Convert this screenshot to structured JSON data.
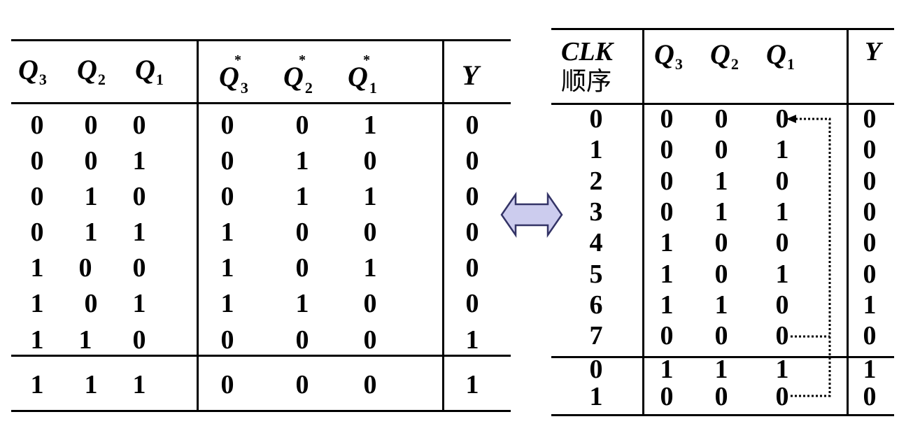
{
  "left_table": {
    "headers": {
      "q3": "Q",
      "q3_sub": "3",
      "q2": "Q",
      "q2_sub": "2",
      "q1": "Q",
      "q1_sub": "1",
      "nq3": "Q",
      "nq3_sub": "3",
      "nq3_star": "*",
      "nq2": "Q",
      "nq2_sub": "2",
      "nq2_star": "*",
      "nq1": "Q",
      "nq1_sub": "1",
      "nq1_star": "*",
      "y": "Y"
    },
    "rows": [
      [
        "0",
        "0",
        "0",
        "0",
        "0",
        "1",
        "0"
      ],
      [
        "0",
        "0",
        "1",
        "0",
        "1",
        "0",
        "0"
      ],
      [
        "0",
        "1",
        "0",
        "0",
        "1",
        "1",
        "0"
      ],
      [
        "0",
        "1",
        "1",
        "1",
        "0",
        "0",
        "0"
      ],
      [
        "1",
        "0",
        "0",
        "1",
        "0",
        "1",
        "0"
      ],
      [
        "1",
        "0",
        "1",
        "1",
        "1",
        "0",
        "0"
      ],
      [
        "1",
        "1",
        "0",
        "0",
        "0",
        "0",
        "1"
      ]
    ],
    "extra_row": [
      "1",
      "1",
      "1",
      "0",
      "0",
      "0",
      "1"
    ]
  },
  "arrow": {
    "name": "double-arrow-icon",
    "fill": "#ccccee",
    "stroke": "#333366"
  },
  "right_table": {
    "headers": {
      "clk": "CLK",
      "order": "顺序",
      "q3": "Q",
      "q3_sub": "3",
      "q2": "Q",
      "q2_sub": "2",
      "q1": "Q",
      "q1_sub": "1",
      "y": "Y"
    },
    "rows": [
      [
        "0",
        "0",
        "0",
        "0",
        "0"
      ],
      [
        "1",
        "0",
        "0",
        "1",
        "0"
      ],
      [
        "2",
        "0",
        "1",
        "0",
        "0"
      ],
      [
        "3",
        "0",
        "1",
        "1",
        "0"
      ],
      [
        "4",
        "1",
        "0",
        "0",
        "0"
      ],
      [
        "5",
        "1",
        "0",
        "1",
        "0"
      ],
      [
        "6",
        "1",
        "1",
        "0",
        "1"
      ],
      [
        "7",
        "0",
        "0",
        "0",
        "0"
      ]
    ],
    "extra_rows": [
      [
        "0",
        "1",
        "1",
        "1",
        "1"
      ],
      [
        "1",
        "0",
        "0",
        "0",
        "0"
      ]
    ]
  }
}
